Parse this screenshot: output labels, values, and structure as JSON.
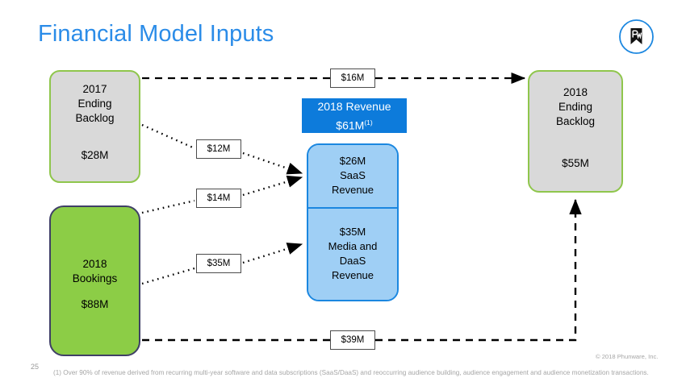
{
  "slide": {
    "title": "Financial Model Inputs",
    "page_number": "25",
    "copyright": "© 2018 Phunware, Inc.",
    "footnote": "(1) Over 90% of revenue derived from recurring multi-year software and data subscriptions (SaaS/DaaS) and reoccurring audience building, audience engagement and audience monetization transactions.",
    "logo_name": "phunware-pw-bookmark-logo"
  },
  "colors": {
    "title_blue": "#2b8ce8",
    "accent_blue": "#0d7bdb",
    "light_blue_fill": "#9fcff5",
    "blue_border": "#1b87e0",
    "green_fill": "#8ccd46",
    "green_border": "#8fc64c",
    "gray_fill": "#d9d9d9",
    "navy_border": "#3f3f66",
    "connector_black": "#000000",
    "footer_gray": "#a6a6a6"
  },
  "boxes": {
    "backlog_2017": {
      "title": "2017\nEnding\nBacklog",
      "amount": "$28M"
    },
    "bookings_2018": {
      "title": "2018\nBookings",
      "amount": "$88M"
    },
    "ending_backlog_2018": {
      "title": "2018\nEnding\nBacklog",
      "amount": "$55M"
    }
  },
  "revenue": {
    "header_line1": "2018 Revenue",
    "header_amount": "$61M",
    "header_footnote_marker": "(1)",
    "segments": [
      {
        "label": "$26M\nSaaS\nRevenue",
        "amount": "$26M",
        "name": "SaaS Revenue"
      },
      {
        "label": "$35M\nMedia and\nDaaS\nRevenue",
        "amount": "$35M",
        "name": "Media and DaaS Revenue"
      }
    ]
  },
  "flows": [
    {
      "id": "16m",
      "value": "$16M",
      "from": "2017 Ending Backlog",
      "to": "2018 Ending Backlog",
      "style": "dashed"
    },
    {
      "id": "12m",
      "value": "$12M",
      "from": "2017 Ending Backlog",
      "to": "$26M SaaS Revenue",
      "style": "dotted"
    },
    {
      "id": "14m",
      "value": "$14M",
      "from": "2018 Bookings",
      "to": "$26M SaaS Revenue",
      "style": "dotted"
    },
    {
      "id": "35m",
      "value": "$35M",
      "from": "2018 Bookings",
      "to": "$35M Media and DaaS Revenue",
      "style": "dotted"
    },
    {
      "id": "39m",
      "value": "$39M",
      "from": "2018 Bookings",
      "to": "2018 Ending Backlog",
      "style": "dashed"
    }
  ]
}
